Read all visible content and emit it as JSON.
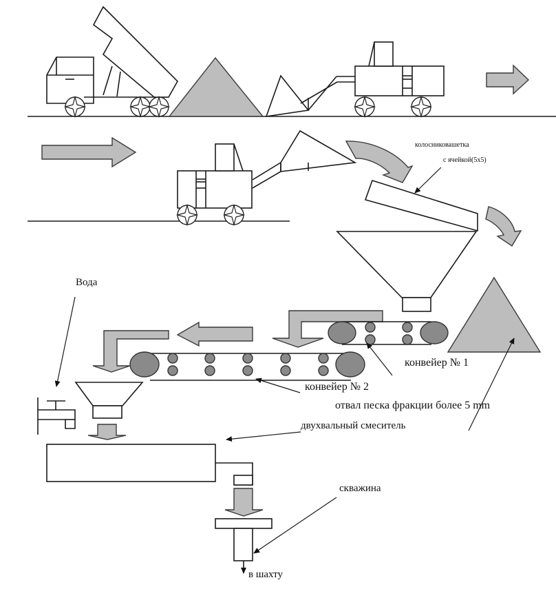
{
  "diagram": {
    "title": "Схема приготовления закладочной смеси",
    "colors": {
      "line": "#1a1a1a",
      "fill_gray": "#bdbdbd",
      "roller": "#8a8a8a",
      "background": "#ffffff"
    },
    "labels": {
      "grate_line1": "колосниковашетка",
      "grate_line2": "с ячейкой(5х5)",
      "water": "Вода",
      "conveyor1": "конвейер № 1",
      "conveyor2": "конвейер № 2",
      "sand_dump": "отвал песка фракции более 5 mm",
      "mixer": "двухвальный смеситель",
      "well": "скважина",
      "to_mine": "в шахту"
    },
    "components": [
      {
        "id": "dump-truck",
        "name": "Самосвал"
      },
      {
        "id": "sand-pile",
        "name": "Штабель песка"
      },
      {
        "id": "loader-1",
        "name": "Погрузчик"
      },
      {
        "id": "loader-2",
        "name": "Погрузчик"
      },
      {
        "id": "grate",
        "name": "Колосниковая решётка"
      },
      {
        "id": "hopper",
        "name": "Бункер"
      },
      {
        "id": "conveyor-1",
        "name": "Конвейер № 1",
        "rollers": 2,
        "idlers": 2
      },
      {
        "id": "conveyor-2",
        "name": "Конвейер № 2",
        "rollers": 2,
        "idlers": 5
      },
      {
        "id": "oversize-dump",
        "name": "Отвал песка фракции более 5 mm"
      },
      {
        "id": "water-tap",
        "name": "Вода"
      },
      {
        "id": "small-hopper",
        "name": "Приёмная воронка"
      },
      {
        "id": "mixer",
        "name": "Двухвальный смеситель"
      },
      {
        "id": "well",
        "name": "Скважина"
      }
    ]
  }
}
